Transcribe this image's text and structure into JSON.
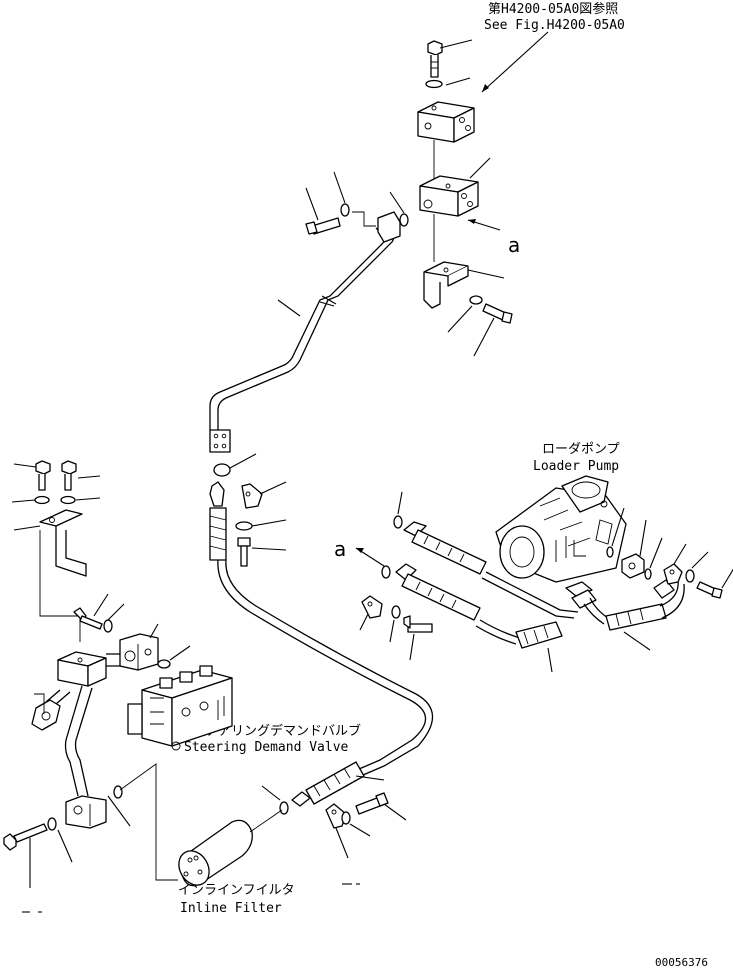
{
  "labels": {
    "ref_ja": "第H4200-05A0図参照",
    "ref_en": "See Fig.H4200-05A0",
    "pump_ja": "ローダポンプ",
    "pump_en": "Loader Pump",
    "valve_ja": "ステアリングデマンドバルブ",
    "valve_en": "Steering Demand Valve",
    "filter_ja": "インラインフイルタ",
    "filter_en": "Inline Filter",
    "callout_a_top": "a",
    "callout_a_mid": "a",
    "drawing_number": "00056376"
  }
}
